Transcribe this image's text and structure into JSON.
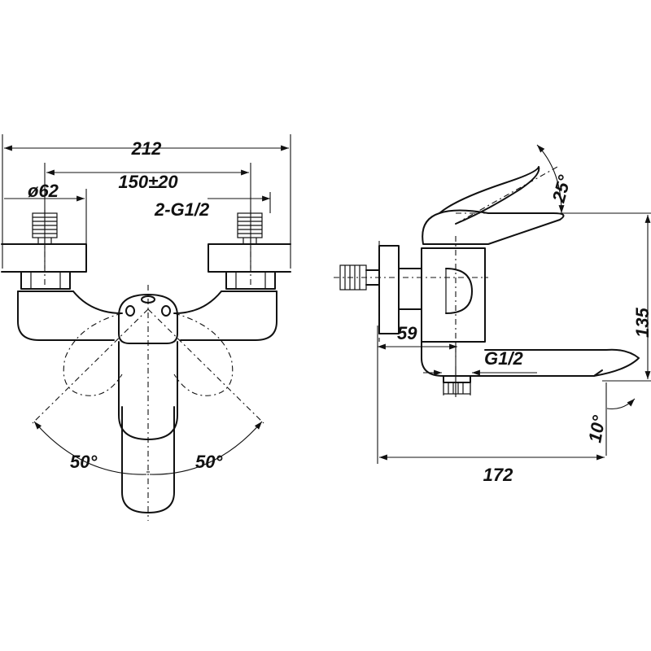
{
  "front_view": {
    "overall_width": "212",
    "centre_distance": "150±20",
    "flange_diameter": "ø62",
    "inlet_thread": "2-G1/2",
    "handle_left_angle": "50°",
    "handle_right_angle": "50°"
  },
  "side_view": {
    "lever_angle": "25°",
    "height": "135",
    "wall_to_outlet": "59",
    "outlet_thread": "G1/2",
    "spout_angle": "10°",
    "overall_depth": "172"
  }
}
